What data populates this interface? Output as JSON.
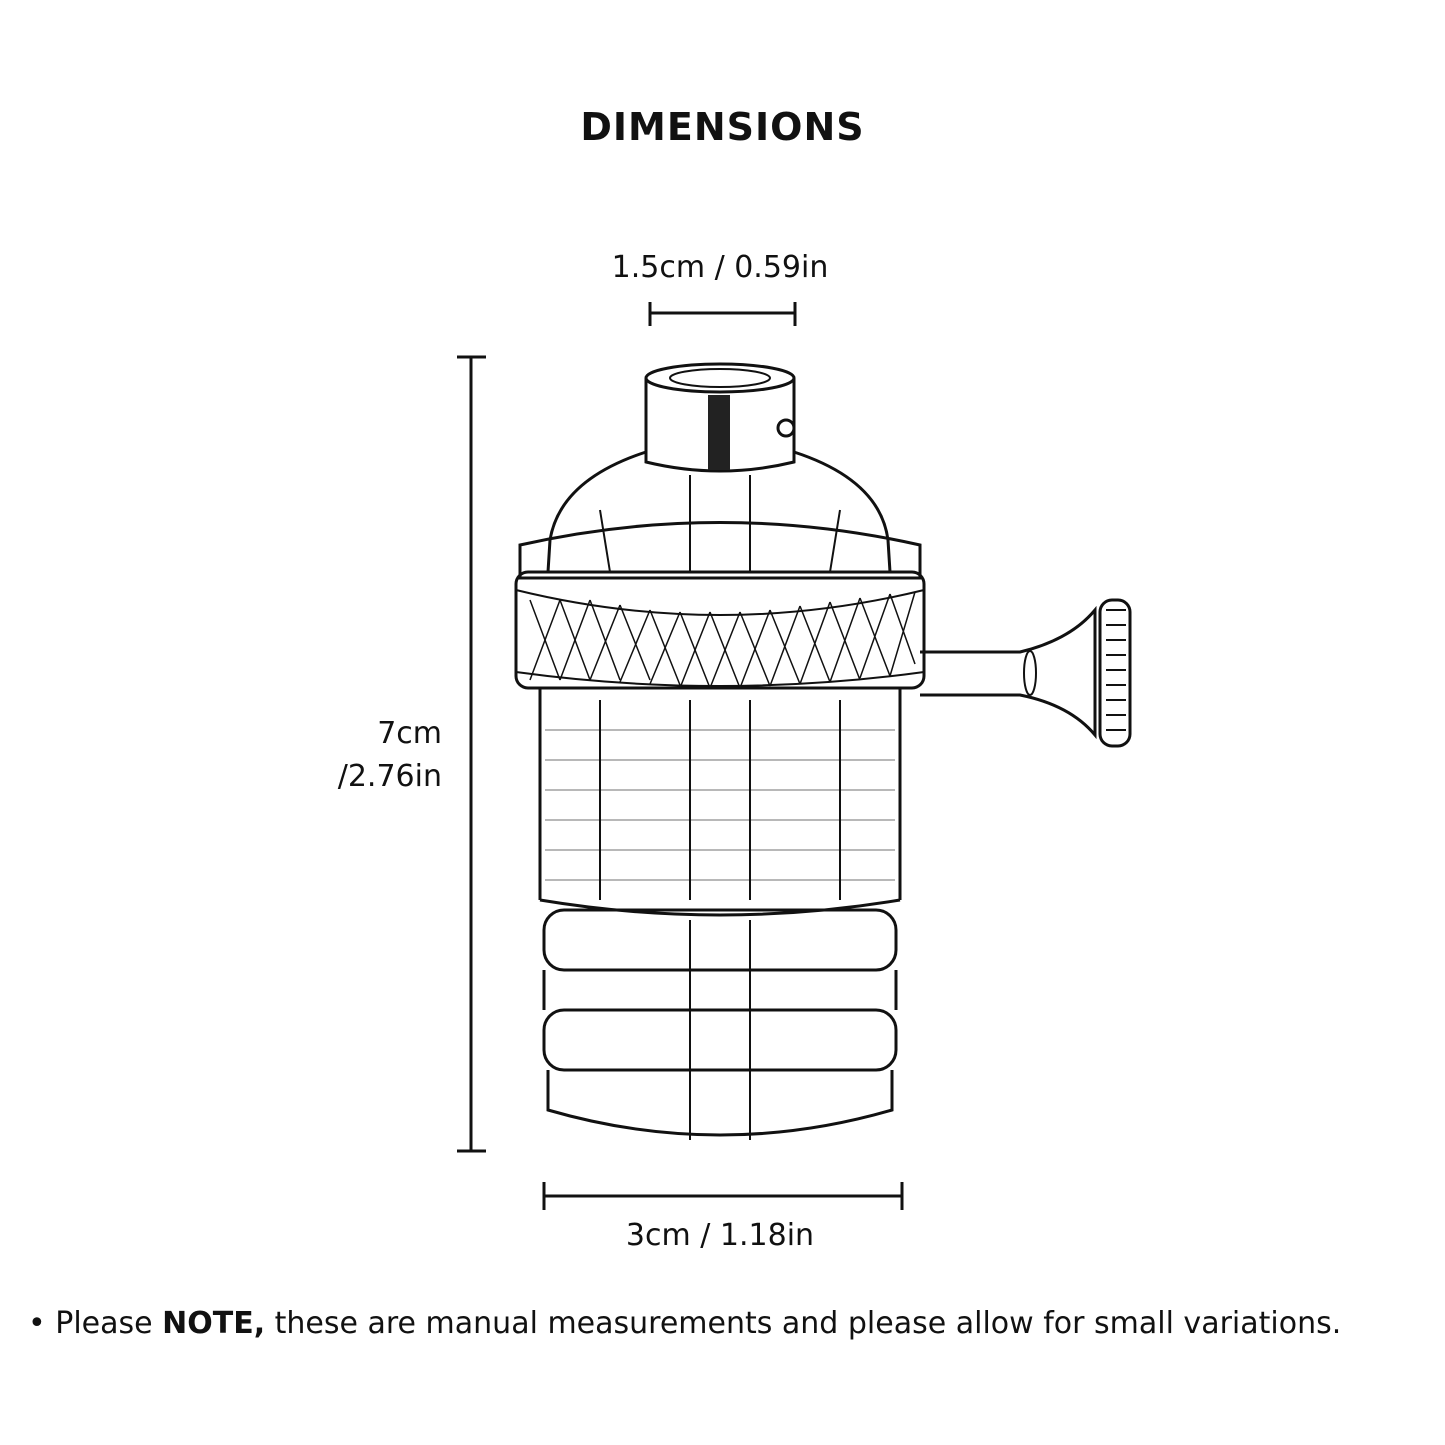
{
  "title": "DIMENSIONS",
  "dimensions": {
    "top_width": "1.5cm / 0.59in",
    "height_line1": "7cm",
    "height_line2": "/2.76in",
    "bottom_width": "3cm / 1.18in"
  },
  "note": {
    "bullet": "•",
    "prefix": "Please ",
    "emphasis": "NOTE,",
    "suffix": " these are manual measurements and please allow for small variations."
  },
  "colors": {
    "ink": "#111111",
    "background": "#ffffff"
  }
}
